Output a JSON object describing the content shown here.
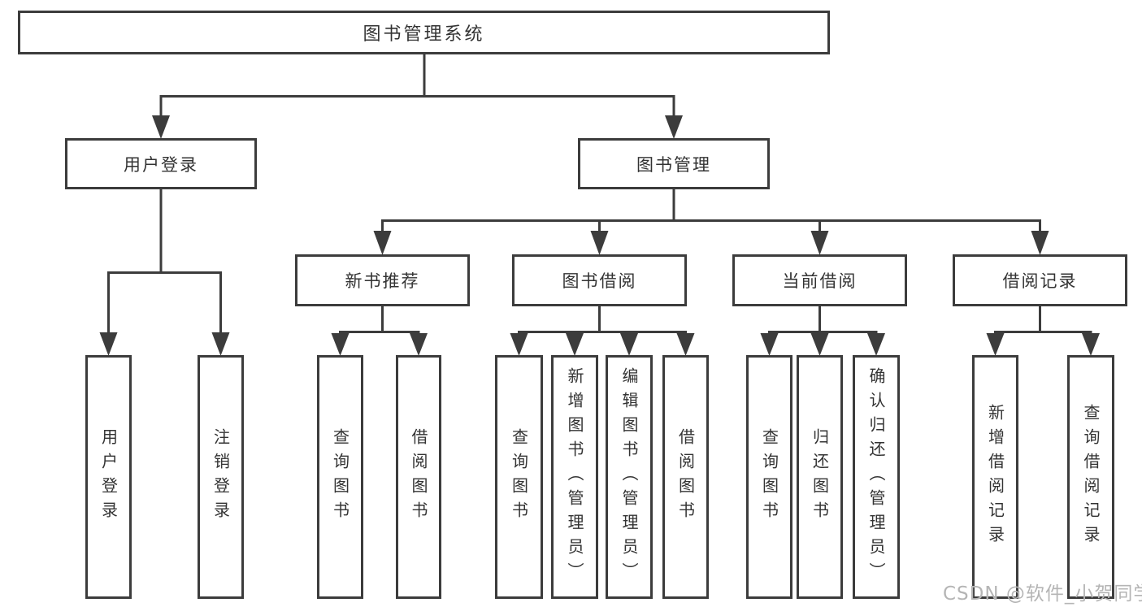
{
  "tree": {
    "root": "图书管理系统",
    "user_login": {
      "label": "用户登录",
      "children": [
        "用户登录",
        "注销登录"
      ]
    },
    "book_management": {
      "label": "图书管理",
      "sections": {
        "new_book_recommend": {
          "label": "新书推荐",
          "children": [
            "查询图书",
            "借阅图书"
          ]
        },
        "book_borrowing": {
          "label": "图书借阅",
          "children": [
            "查询图书",
            "新增图书（管理员）",
            "编辑图书（管理员）",
            "借阅图书"
          ]
        },
        "current_borrowing": {
          "label": "当前借阅",
          "children": [
            "查询图书",
            "归还图书",
            "确认归还（管理员）"
          ]
        },
        "borrowing_records": {
          "label": "借阅记录",
          "children": [
            "新增借阅记录",
            "查询借阅记录"
          ]
        }
      }
    }
  },
  "watermark": {
    "text": "CSDN @软件_小贺同学"
  },
  "colors": {
    "line": "#3c3c3c",
    "text": "#333333",
    "background": "#ffffff",
    "watermark": "#b5b5b5"
  }
}
